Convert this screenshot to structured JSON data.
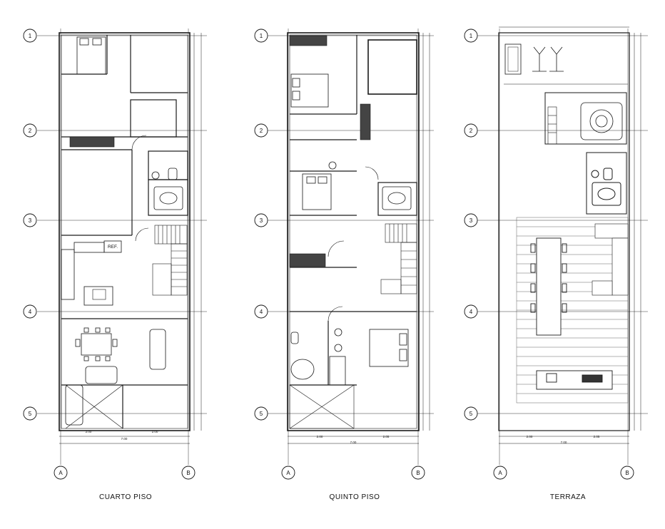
{
  "sheet": {
    "plans": [
      {
        "id": "cuarto",
        "title": "CUARTO PISO",
        "rows": [
          "1",
          "2",
          "3",
          "4",
          "5"
        ],
        "cols": [
          "A",
          "B"
        ],
        "labels": [
          "REF."
        ],
        "dims_bottom": [
          "2.00",
          "2.00",
          "7.00"
        ]
      },
      {
        "id": "quinto",
        "title": "QUINTO PISO",
        "rows": [
          "1",
          "2",
          "3",
          "4",
          "5"
        ],
        "cols": [
          "A",
          "B"
        ],
        "labels": [],
        "dims_bottom": [
          "2.00",
          "2.05",
          "7.00"
        ]
      },
      {
        "id": "terraza",
        "title": "TERRAZA",
        "rows": [
          "1",
          "2",
          "3",
          "4",
          "5"
        ],
        "cols": [
          "A",
          "B"
        ],
        "labels": [],
        "dims_bottom": [
          "2.00",
          "2.05",
          "7.00"
        ]
      }
    ]
  }
}
